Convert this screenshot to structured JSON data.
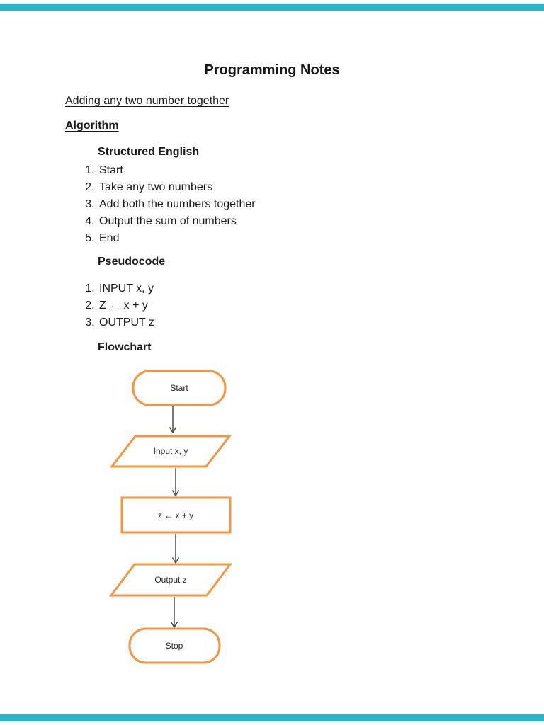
{
  "viewer": {
    "bar_color": "#26b7c9"
  },
  "document": {
    "title": "Programming Notes",
    "subtitle": "Adding any two number together",
    "section_heading": "Algorithm",
    "structured_english": {
      "heading": "Structured English",
      "items": [
        "Start",
        "Take any two numbers",
        "Add both the numbers together",
        "Output the sum of numbers",
        "End"
      ]
    },
    "pseudocode": {
      "heading": "Pseudocode",
      "items": [
        "INPUT x, y",
        "Z ← x + y",
        "OUTPUT z"
      ]
    },
    "flowchart": {
      "heading": "Flowchart",
      "accent_color": "#F6953F",
      "nodes": [
        {
          "type": "terminator",
          "label": "Start"
        },
        {
          "type": "io",
          "label": "Input x, y"
        },
        {
          "type": "process",
          "label": "z ← x + y"
        },
        {
          "type": "io",
          "label": "Output z"
        },
        {
          "type": "terminator",
          "label": "Stop"
        }
      ]
    }
  }
}
